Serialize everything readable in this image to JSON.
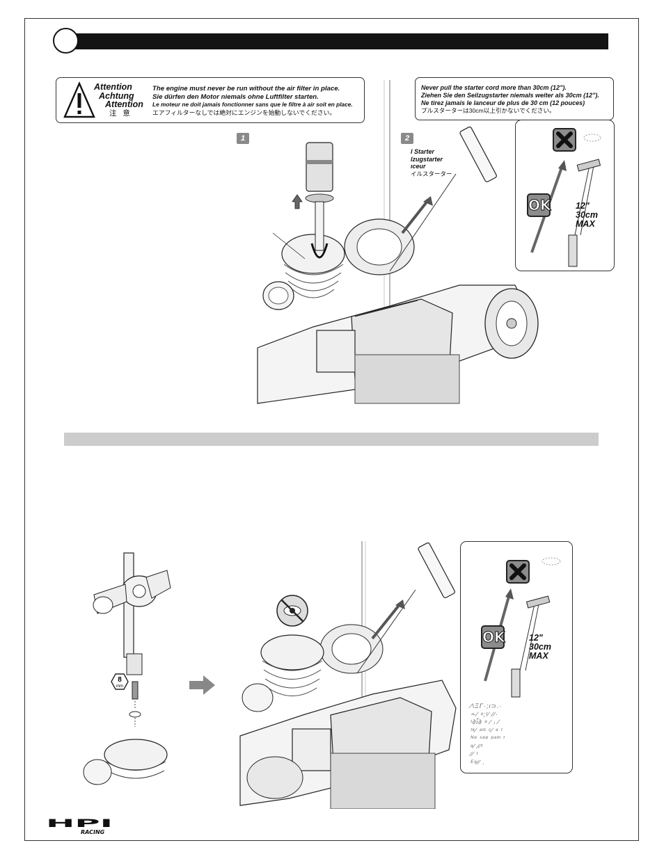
{
  "attention": {
    "headings": [
      "Attention",
      "Achtung",
      "Attention",
      "注 意"
    ],
    "lines": [
      "The engine must never be run without the air filter in place.",
      "Sie dürfen den Motor niemals ohne Luftfilter starten.",
      "Le moteur ne doit jamais fonctionner sans que le filtre à air soit en place.",
      "エアフィルターなしでは絶対にエンジンを始動しないでください。"
    ]
  },
  "starter_warning": {
    "lines": [
      "Never pull the starter cord more than 30cm (12\").",
      "Ziehen Sie den Seilzugstarter niemals weiter als 30cm (12\").",
      "Ne tirez jamais le lanceur de plus de 30 cm (12 pouces)",
      "プルスターターは30cm以上引かないでください。"
    ]
  },
  "steps": {
    "step1": "1",
    "step2": "2"
  },
  "starter_label": [
    "l Starter",
    "lzugstarter",
    "ıceur",
    "イルスターター"
  ],
  "callout_top": {
    "ok": "OK",
    "max": [
      "12\"",
      "30cm",
      "MAX"
    ]
  },
  "callout_bottom": {
    "ok": "OK",
    "max": [
      "12\"",
      "30cm",
      "MAX"
    ]
  },
  "wrench_size": {
    "value": "8",
    "unit": "mm"
  },
  "faded_lines": [
    "∕\\ΞΓ·;ι⊃.·",
    "∸∕ ᵃ;ᵗ∕ ∕∕·",
    "ᵗ∂ἶ∂ ᵃ ∕ ᵢ ∕",
    "ᵗᵏ∕ ᵃᵐ ᶜ∕ ᵃ ᵗ",
    "ᴺᵉ ˢᵉᵖ ᵖᵃᵐ ᵗ",
    "ᵃ∕ ∕∕ᵗ",
    "∕∕ ᵗ",
    "ᴱᵃ∕∕ ."
  ],
  "logo": {
    "brand": "HPI",
    "sub": "RACING"
  }
}
